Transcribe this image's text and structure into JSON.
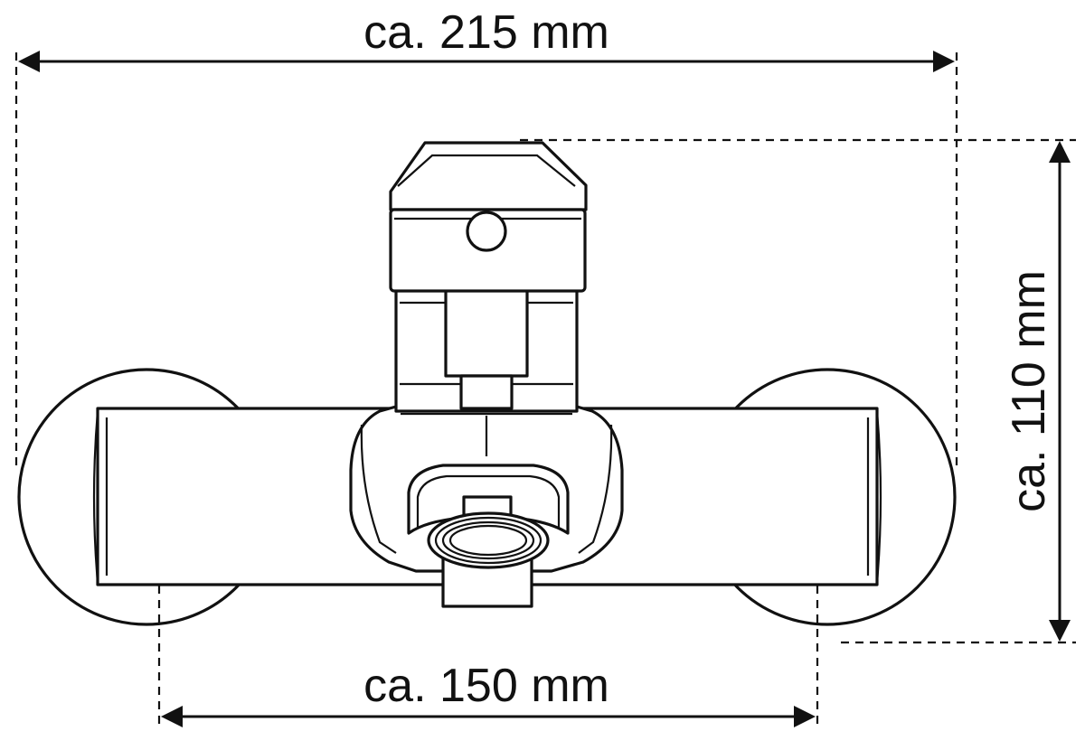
{
  "dimensions": {
    "overall_width": "ca. 215 mm",
    "height": "ca. 110 mm",
    "connection_spacing": "ca. 150 mm"
  },
  "colors": {
    "stroke": "#111111",
    "background": "#ffffff"
  }
}
